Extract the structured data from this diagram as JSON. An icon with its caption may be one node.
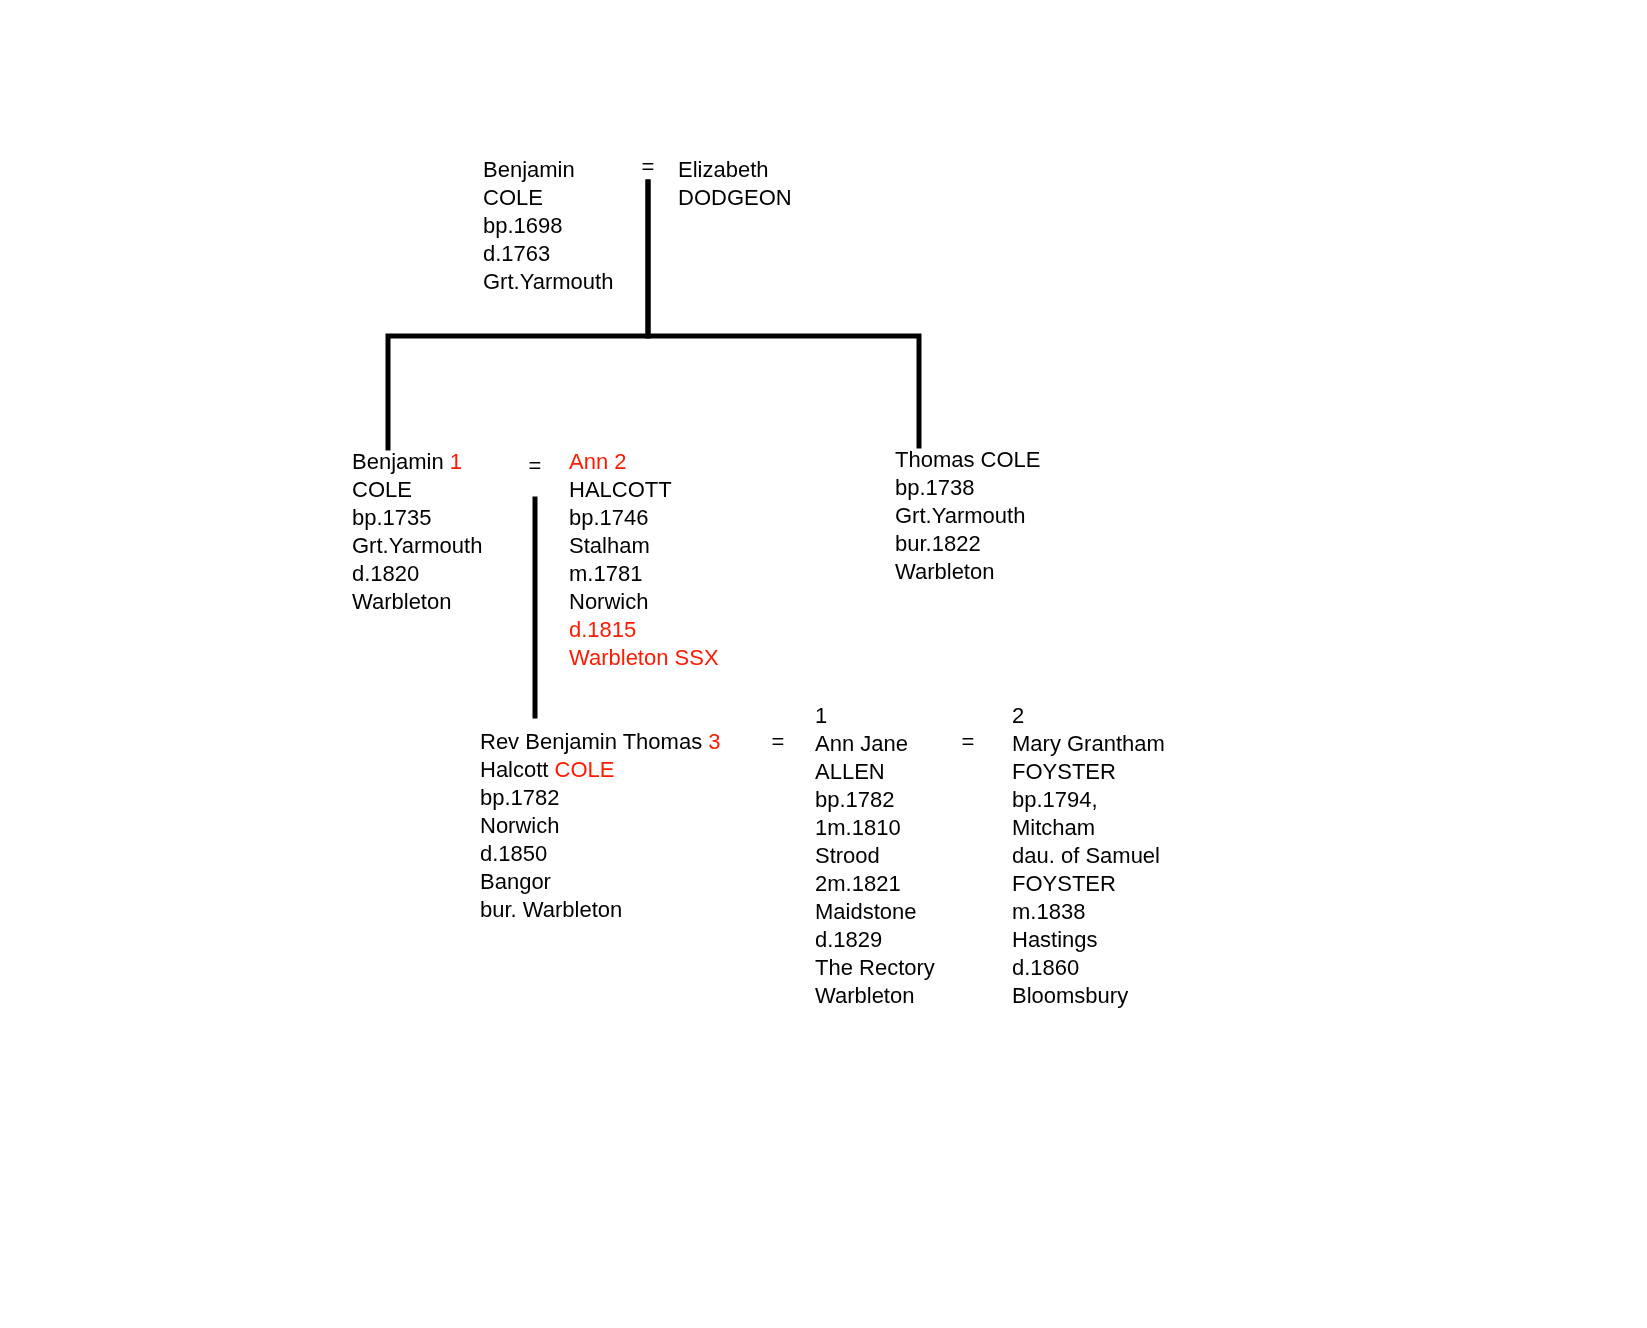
{
  "diagram": {
    "nodes": [
      {
        "text": [
          "Benjamin COLE bp.1698 d.1763 Grt.Yarmouth"
        ]
      },
      {
        "text": [
          "="
        ]
      },
      {
        "text": [
          "Elizabeth DODGEON"
        ]
      },
      {
        "text": [
          "Benjamin",
          "1",
          "COLE bp.1735 Grt.Yarmouth d.1820 Warbleton"
        ]
      },
      {
        "text": [
          "="
        ]
      },
      {
        "text": [
          "Ann 2",
          "HALCOTT bp.1746 Stalham m.1781 Norwich",
          "d.1815 Warbleton SSX"
        ]
      },
      {
        "text": [
          "Thomas COLE bp.1738 Grt.Yarmouth bur.1822 Warbleton"
        ]
      },
      {
        "text": [
          "Rev Benjamin Thomas",
          "3",
          "Halcott",
          "COLE",
          "bp.1782 Norwich d.1850 Bangor bur. Warbleton"
        ]
      },
      {
        "text": [
          "="
        ]
      },
      {
        "text": [
          "1",
          "Ann Jane ALLEN bp.1782 1m.1810 Strood 2m.1821 Maidstone d.1829 The Rectory Warbleton"
        ]
      },
      {
        "text": [
          "="
        ]
      },
      {
        "text": [
          "2",
          "Mary Grantham FOYSTER bp.1794, Mitcham dau. of Samuel FOYSTER m.1838 Hastings d.1860 Bloomsbury"
        ]
      }
    ],
    "edges": [
      {
        "from": 1,
        "to": 3,
        "arrow": "none"
      },
      {
        "from": 1,
        "to": 6,
        "arrow": "none"
      },
      {
        "from": 4,
        "to": 7,
        "arrow": "none"
      }
    ]
  }
}
